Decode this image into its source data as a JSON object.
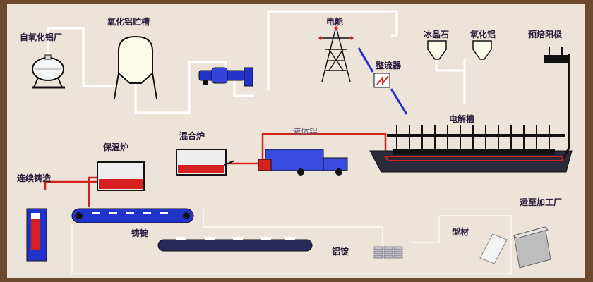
{
  "labels": {
    "self_made_alumina": "自氧化铝厂",
    "alumina_silo": "氧化铝贮槽",
    "electricity": "电能",
    "rectifier": "整流器",
    "cryolite": "冰晶石",
    "alumina": "氧化铝",
    "prebaked_anode": "预焙阳极",
    "electrolytic_cell": "电解槽",
    "liquid_aluminum": "液体铝",
    "mixing_furnace": "混合炉",
    "holding_furnace": "保温炉",
    "continuous_casting": "连续铸造",
    "ingot_casting": "铸锭",
    "aluminum_ingot": "铝锭",
    "profile": "型材",
    "to_processing_plant": "运至加工厂"
  },
  "colors": {
    "background": "#ece4d8",
    "pipe": "#ffffff",
    "molten": "#d62020",
    "equipment_blue": "#2233cc",
    "cell_dark": "#2a2a3a"
  },
  "icons": {
    "alumina_tank": "spherical-tank-icon",
    "silo": "hopper-silo-icon",
    "pump": "pump-icon",
    "tower": "power-tower-icon",
    "rectifier": "rectifier-icon",
    "truck": "truck-icon",
    "conveyor": "conveyor-icon"
  }
}
